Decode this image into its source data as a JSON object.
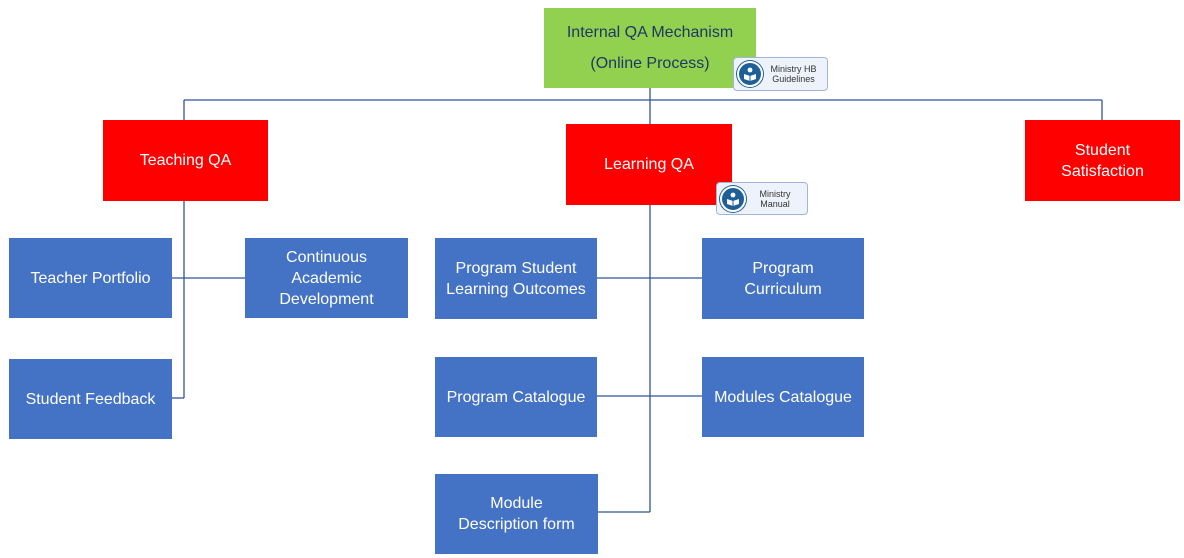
{
  "colors": {
    "root_fill": "#92d050",
    "category_fill": "#ff0000",
    "item_fill": "#4472c4",
    "connector": "#2f5597"
  },
  "root": {
    "label": "Internal QA Mechanism\n(Online Process)"
  },
  "badges": {
    "ministry_hb": {
      "icon": "book-reader-icon",
      "label": "Ministry HB\nGuidelines"
    },
    "ministry_manual": {
      "icon": "book-reader-icon",
      "label": "Ministry\nManual"
    }
  },
  "categories": {
    "teaching": "Teaching QA",
    "learning": "Learning QA",
    "satisfaction": "Student\nSatisfaction"
  },
  "teaching_items": {
    "teacher_portfolio": "Teacher Portfolio",
    "continuous_dev": "Continuous\nAcademic\nDevelopment",
    "student_feedback": "Student Feedback"
  },
  "learning_items": {
    "program_slo": "Program Student\nLearning Outcomes",
    "program_curriculum": "Program\nCurriculum",
    "program_catalogue": "Program Catalogue",
    "modules_catalogue": "Modules Catalogue",
    "module_description": "Module\nDescription form"
  }
}
